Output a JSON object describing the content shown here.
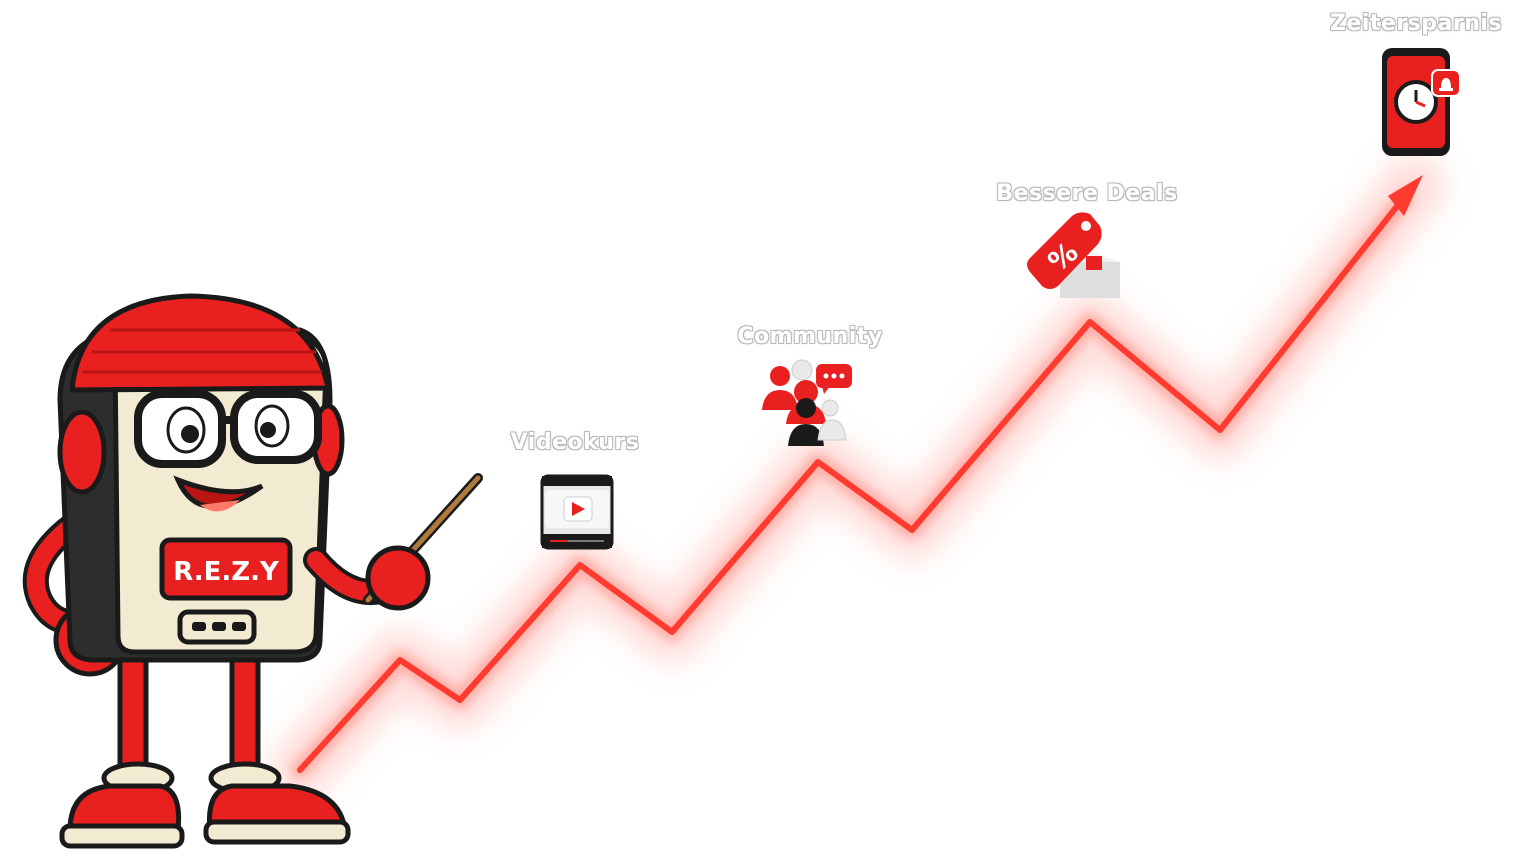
{
  "mascot": {
    "badge_text": "R.E.Z.Y"
  },
  "milestones": [
    {
      "label": "Videokurs",
      "icon": "video-player-icon"
    },
    {
      "label": "Community",
      "icon": "community-chat-icon"
    },
    {
      "label": "Bessere Deals",
      "icon": "discount-tag-icon"
    },
    {
      "label": "Zeitersparnis",
      "icon": "phone-clock-icon"
    }
  ],
  "colors": {
    "accent": "#e8201f",
    "arrow": "#ff3b2f",
    "glow": "#ffb3ad",
    "mascot_body": "#f3ead2",
    "outline": "#1a1a1a"
  }
}
